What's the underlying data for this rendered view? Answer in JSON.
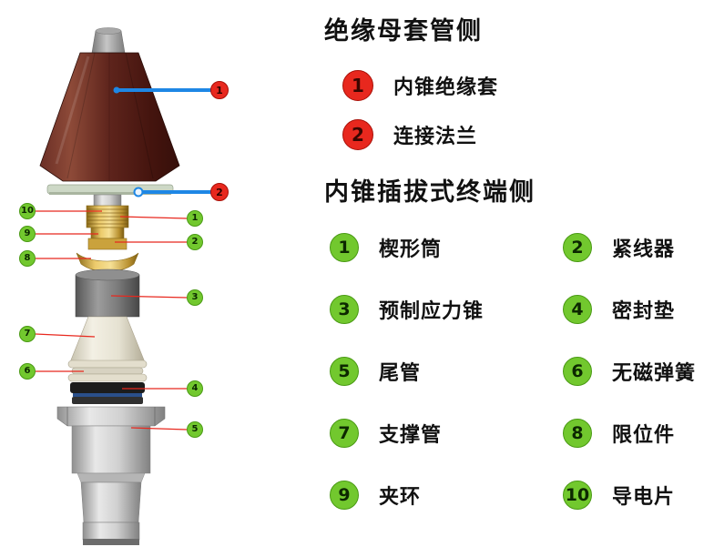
{
  "legend": {
    "bushing_side": {
      "title": "绝缘母套管侧",
      "items": [
        {
          "num": "1",
          "label": "内锥绝缘套"
        },
        {
          "num": "2",
          "label": "连接法兰"
        }
      ]
    },
    "terminal_side": {
      "title": "内锥插拔式终端侧",
      "items": [
        {
          "num": "1",
          "label": "楔形筒"
        },
        {
          "num": "2",
          "label": "紧线器"
        },
        {
          "num": "3",
          "label": "预制应力锥"
        },
        {
          "num": "4",
          "label": "密封垫"
        },
        {
          "num": "5",
          "label": "尾管"
        },
        {
          "num": "6",
          "label": "无磁弹簧"
        },
        {
          "num": "7",
          "label": "支撑管"
        },
        {
          "num": "8",
          "label": "限位件"
        },
        {
          "num": "9",
          "label": "夹环"
        },
        {
          "num": "10",
          "label": "导电片"
        }
      ]
    }
  },
  "diagram": {
    "red_callouts": [
      {
        "num": "1"
      },
      {
        "num": "2"
      }
    ],
    "green_callouts_left": [
      {
        "num": "10"
      },
      {
        "num": "9"
      },
      {
        "num": "8"
      },
      {
        "num": "7"
      },
      {
        "num": "6"
      }
    ],
    "green_callouts_right": [
      {
        "num": "1"
      },
      {
        "num": "2"
      },
      {
        "num": "3"
      },
      {
        "num": "4"
      },
      {
        "num": "5"
      }
    ]
  },
  "colors": {
    "marker_red": "#e8281e",
    "marker_green": "#72c82e",
    "leader_blue": "#1e87e5",
    "leader_red": "#e8281e",
    "cone_brown": "#5e241c"
  }
}
